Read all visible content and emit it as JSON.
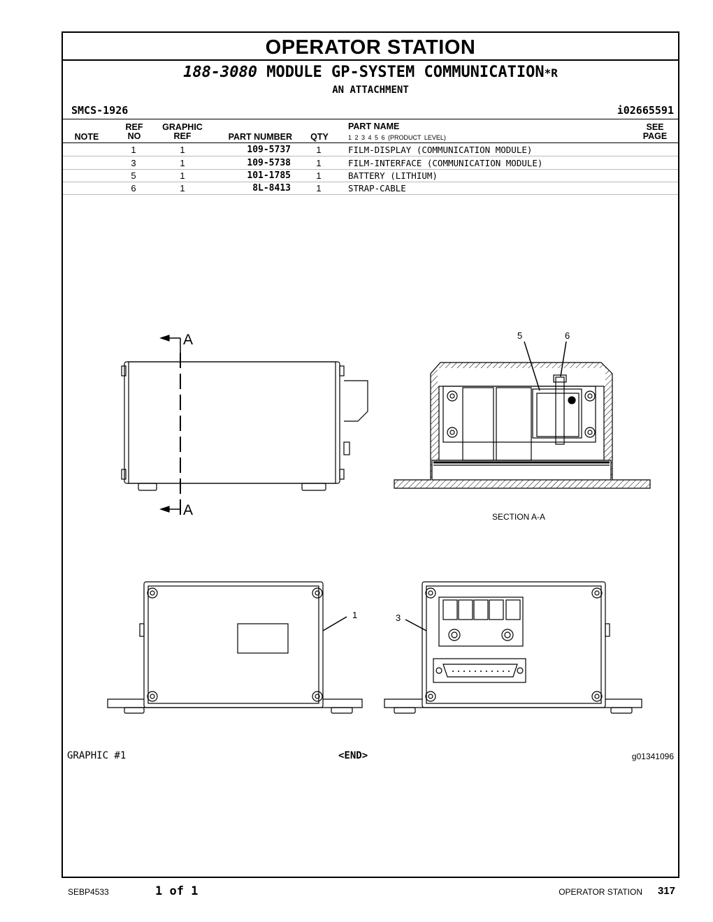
{
  "section_title": "OPERATOR  STATION",
  "heading": {
    "part_number": "188-3080",
    "description": " MODULE GP-SYSTEM COMMUNICATION",
    "suffix": "*R",
    "subtitle": "AN ATTACHMENT"
  },
  "smcs": "SMCS-1926",
  "info_id": "i02665591",
  "table": {
    "headers": {
      "note": "NOTE",
      "ref_no_1": "REF",
      "ref_no_2": "NO",
      "graphic_ref_1": "GRAPHIC",
      "graphic_ref_2": "REF",
      "part_number": "PART NUMBER",
      "qty": "QTY",
      "part_name": "PART NAME",
      "product_levels": "1   2   3   4   5   6   (PRODUCT LEVEL)",
      "see_page_1": "SEE",
      "see_page_2": "PAGE"
    },
    "rows": [
      {
        "ref": "1",
        "gref": "1",
        "pn": "109-5737",
        "qty": "1",
        "name": "FILM-DISPLAY (COMMUNICATION MODULE)"
      },
      {
        "ref": "3",
        "gref": "1",
        "pn": "109-5738",
        "qty": "1",
        "name": "FILM-INTERFACE (COMMUNICATION MODULE)"
      },
      {
        "ref": "5",
        "gref": "1",
        "pn": "101-1785",
        "qty": "1",
        "name": "BATTERY (LITHIUM)"
      },
      {
        "ref": "6",
        "gref": "1",
        "pn": "8L-8413",
        "qty": "1",
        "name": "STRAP-CABLE"
      }
    ]
  },
  "drawing": {
    "section_marker": "A",
    "section_caption": "SECTION A-A",
    "callouts": {
      "c1": "1",
      "c3": "3",
      "c5": "5",
      "c6": "6"
    }
  },
  "graphic_label": "GRAPHIC #1",
  "end_marker": "<END>",
  "graphic_id": "g01341096",
  "footer": {
    "doc": "SEBP4533",
    "page_of": "1 of 1",
    "section": "OPERATOR STATION",
    "page": "317"
  }
}
